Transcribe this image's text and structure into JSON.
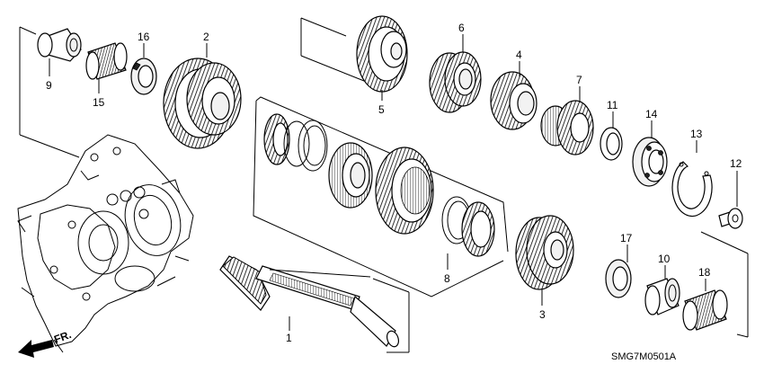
{
  "diagram_code": "SMG7M0501A",
  "direction_label": "FR.",
  "parts": [
    {
      "number": "1",
      "name": "mainshaft"
    },
    {
      "number": "2",
      "name": "gear"
    },
    {
      "number": "3",
      "name": "gear"
    },
    {
      "number": "4",
      "name": "gear"
    },
    {
      "number": "5",
      "name": "gear"
    },
    {
      "number": "6",
      "name": "gear"
    },
    {
      "number": "7",
      "name": "gear"
    },
    {
      "number": "8",
      "name": "synchro-assembly"
    },
    {
      "number": "9",
      "name": "collar"
    },
    {
      "number": "10",
      "name": "collar"
    },
    {
      "number": "11",
      "name": "ring"
    },
    {
      "number": "12",
      "name": "bolt"
    },
    {
      "number": "13",
      "name": "snap-ring"
    },
    {
      "number": "14",
      "name": "bearing"
    },
    {
      "number": "15",
      "name": "needle-bearing"
    },
    {
      "number": "16",
      "name": "seal"
    },
    {
      "number": "17",
      "name": "seal"
    },
    {
      "number": "18",
      "name": "needle-bearing"
    }
  ]
}
